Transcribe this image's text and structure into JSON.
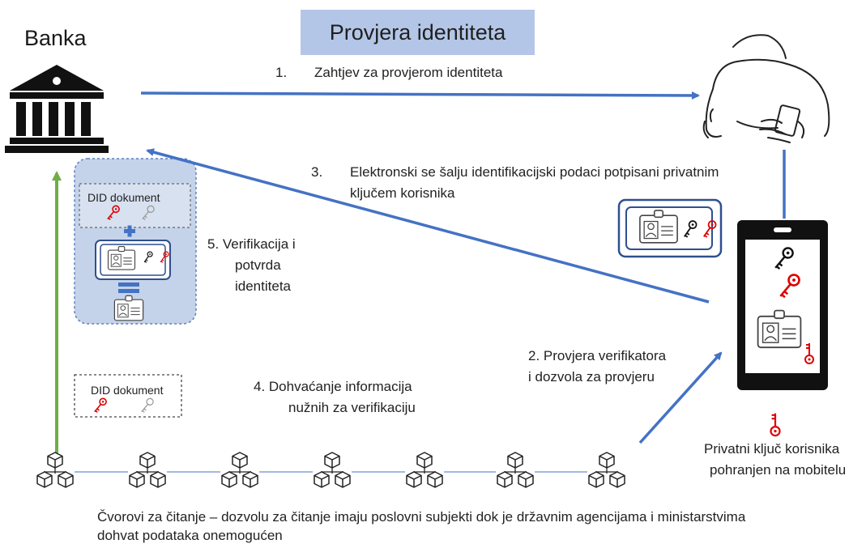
{
  "title": "Provjera identiteta",
  "bank_label": "Banka",
  "step1": {
    "number": "1.",
    "text": "Zahtjev za provjerom identiteta"
  },
  "step2": {
    "line1": "2. Provjera verifikatora",
    "line2": "i dozvola za provjeru"
  },
  "step3": {
    "number": "3.",
    "line1": "Elektronski se šalju identifikacijski podaci potpisani privatnim",
    "line2": "ključem korisnika"
  },
  "step4": {
    "line1": "4.  Dohvaćanje  informacija",
    "line2": "nužnih za verifikaciju"
  },
  "step5": {
    "line1": "5.  Verifikacija   i",
    "line2": "potvrda",
    "line3": "identiteta"
  },
  "did_label": "DID dokument",
  "private_key": {
    "line1": "Privatni ključ korisnika",
    "line2": "pohranjen na mobitelu"
  },
  "footer": {
    "line1": "Čvorovi za čitanje – dozvolu za čitanje imaju poslovni subjekti dok je državnim agencijama i ministarstvima",
    "line2": "dohvat podataka onemogućen"
  },
  "colors": {
    "arrow_blue": "#4472c4",
    "arrow_green": "#70ad47",
    "title_bg": "#b4c6e7",
    "panel_bg": "#c5d3ea",
    "key_red": "#e00000"
  }
}
